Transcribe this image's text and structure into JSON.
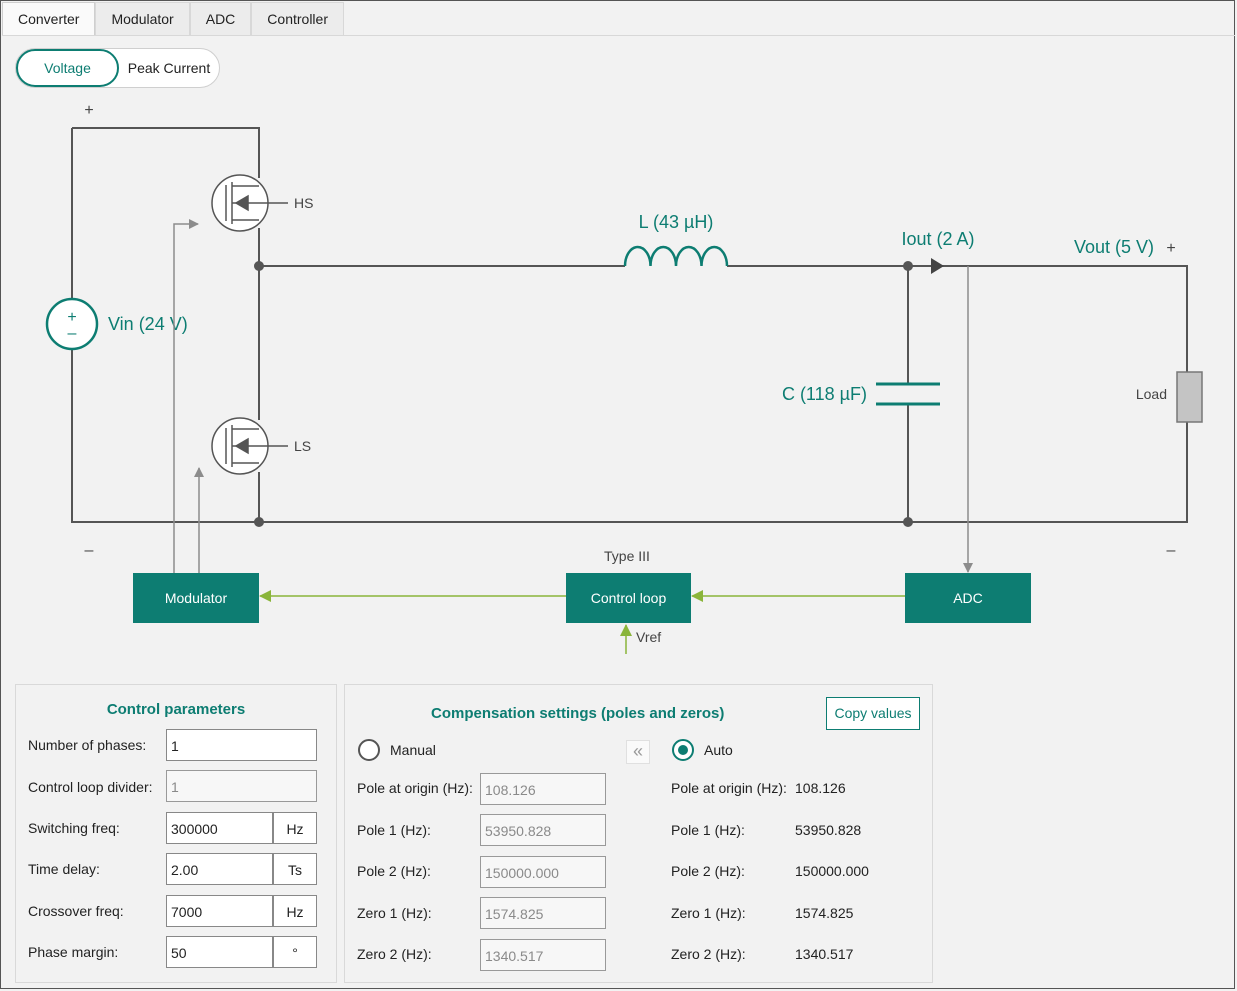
{
  "tabs": [
    "Converter",
    "Modulator",
    "ADC",
    "Controller"
  ],
  "mode_toggle": {
    "voltage": "Voltage",
    "peak_current": "Peak Current"
  },
  "circuit": {
    "plus_left": "+",
    "minus_left": "–",
    "plus_right": "+",
    "minus_right": "–",
    "vin": "Vin (24 V)",
    "hs": "HS",
    "ls": "LS",
    "inductor": "L (43 µH)",
    "iout": "Iout (2 A)",
    "vout": "Vout (5 V)",
    "capacitor": "C (118 µF)",
    "load": "Load",
    "type": "Type III",
    "vref": "Vref",
    "vin_plus": "+",
    "vin_minus": "–"
  },
  "blocks": {
    "modulator": "Modulator",
    "control_loop": "Control loop",
    "adc": "ADC"
  },
  "colors": {
    "accent": "#0d7d72",
    "signal": "#8ab53a",
    "wire": "#555555"
  },
  "control_params": {
    "title": "Control parameters",
    "phases": {
      "label": "Number of phases:",
      "value": "1"
    },
    "divider": {
      "label": "Control loop divider:",
      "value": "1"
    },
    "switching": {
      "label": "Switching freq:",
      "value": "300000",
      "unit": "Hz"
    },
    "delay": {
      "label": "Time delay:",
      "value": "2.00",
      "unit": "Ts"
    },
    "crossover": {
      "label": "Crossover freq:",
      "value": "7000",
      "unit": "Hz"
    },
    "phase_margin": {
      "label": "Phase margin:",
      "value": "50",
      "unit": "°"
    }
  },
  "compensation": {
    "title": "Compensation settings (poles and zeros)",
    "copy_button": "Copy values",
    "manual_label": "Manual",
    "auto_label": "Auto",
    "copy_icon": "double-chevron-left-icon",
    "manual": [
      {
        "label": "Pole at origin (Hz):",
        "value": "108.126"
      },
      {
        "label": "Pole 1 (Hz):",
        "value": "53950.828"
      },
      {
        "label": "Pole 2 (Hz):",
        "value": "150000.000"
      },
      {
        "label": "Zero 1 (Hz):",
        "value": "1574.825"
      },
      {
        "label": "Zero 2 (Hz):",
        "value": "1340.517"
      }
    ],
    "auto": [
      {
        "label": "Pole at origin (Hz):",
        "value": "108.126"
      },
      {
        "label": "Pole 1 (Hz):",
        "value": "53950.828"
      },
      {
        "label": "Pole 2 (Hz):",
        "value": "150000.000"
      },
      {
        "label": "Zero 1 (Hz):",
        "value": "1574.825"
      },
      {
        "label": "Zero 2 (Hz):",
        "value": "1340.517"
      }
    ]
  }
}
